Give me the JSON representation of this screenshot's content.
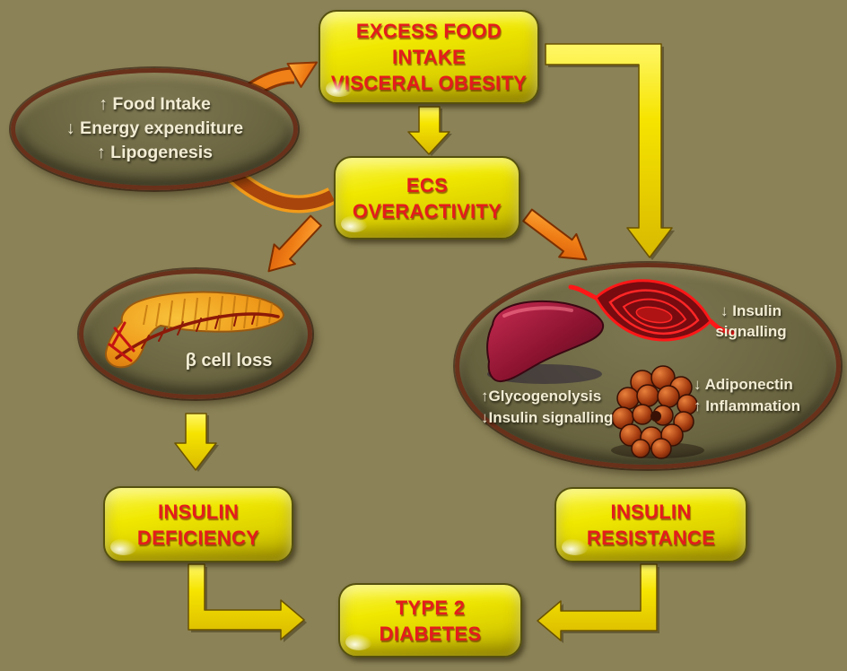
{
  "colors": {
    "background": "#8b8257",
    "node_fill": "#f0e800",
    "node_border": "#55500f",
    "node_text": "#e41c1c",
    "ellipse_fill": "#6c6742",
    "ellipse_border": "#69301a",
    "ellipse_text": "#f2ecd4",
    "arrow_yellow": "#f6e400",
    "arrow_orange": "#ef7d15"
  },
  "nodes": {
    "excess_food": {
      "lines": [
        "EXCESS FOOD",
        "INTAKE",
        "VISCERAL OBESITY"
      ]
    },
    "ecs": {
      "lines": [
        "ECS",
        "OVERACTIVITY"
      ]
    },
    "insulin_deficiency": {
      "lines": [
        "INSULIN",
        "DEFICIENCY"
      ]
    },
    "insulin_resistance": {
      "lines": [
        "INSULIN",
        "RESISTANCE"
      ]
    },
    "type2_diabetes": {
      "lines": [
        "TYPE 2",
        "DIABETES"
      ]
    }
  },
  "ellipses": {
    "lifestyle": {
      "lines": [
        "↑ Food Intake",
        "↓ Energy expenditure",
        "↑ Lipogenesis"
      ]
    },
    "pancreas": {
      "caption": "β cell loss",
      "illustration": "pancreas-icon"
    },
    "periphery": {
      "illustrations": [
        "liver-icon",
        "skeletal-muscle-icon",
        "adipose-tissue-icon"
      ],
      "muscle_label": {
        "lines": [
          "↓ Insulin",
          "signalling"
        ]
      },
      "liver_label": {
        "lines": [
          "↑Glycogenolysis",
          "↓Insulin signalling"
        ]
      },
      "adipose_label": {
        "lines": [
          "↓ Adiponectin",
          "↑ Inflammation"
        ]
      }
    }
  },
  "edges": [
    {
      "from": "lifestyle",
      "to": "excess_food",
      "style": "orange-curved"
    },
    {
      "from": "lifestyle",
      "to": "ecs",
      "style": "orange-curved"
    },
    {
      "from": "excess_food",
      "to": "ecs",
      "style": "yellow-straight"
    },
    {
      "from": "excess_food",
      "to": "periphery",
      "style": "yellow-elbow"
    },
    {
      "from": "ecs",
      "to": "pancreas",
      "style": "orange-diagonal"
    },
    {
      "from": "ecs",
      "to": "periphery",
      "style": "orange-diagonal"
    },
    {
      "from": "pancreas",
      "to": "insulin_deficiency",
      "style": "yellow-straight"
    },
    {
      "from": "insulin_deficiency",
      "to": "type2_diabetes",
      "style": "yellow-elbow"
    },
    {
      "from": "insulin_resistance",
      "to": "type2_diabetes",
      "style": "yellow-elbow"
    }
  ]
}
